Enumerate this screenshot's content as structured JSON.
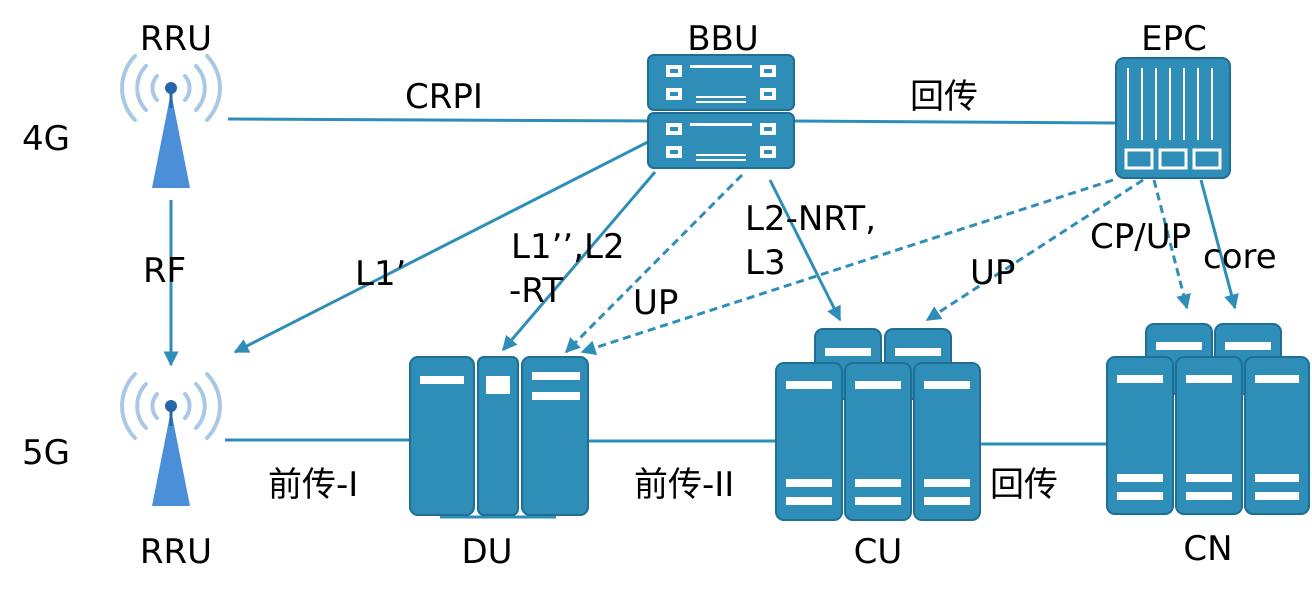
{
  "colors": {
    "device_fill": "#2E8EB8",
    "device_stroke": "#1E6F93",
    "device_detail": "#FFFFFF",
    "link": "#2E8EB8",
    "antenna_cone": "#4A8FD8",
    "antenna_wave": "#A9C8E8"
  },
  "rows": {
    "top": "4G",
    "bottom": "5G"
  },
  "nodes": {
    "rru_top": "RRU",
    "rru_bottom": "RRU",
    "bbu": "BBU",
    "epc": "EPC",
    "du": "DU",
    "cu": "CU",
    "cn": "CN"
  },
  "links": {
    "crpi": "CRPI",
    "backhaul_top": "回传",
    "rf": "RF",
    "l1_prime": "L1’",
    "l1_double_prime_l2_rt_line1": "L1’’,L2",
    "l1_double_prime_l2_rt_line2": "-RT",
    "up_left": "UP",
    "l2_nrt_l3_line1": "L2-NRT,",
    "l2_nrt_l3_line2": "L3",
    "up_middle": "UP",
    "cp_up": "CP/UP",
    "core": "core",
    "fronthaul_1": "前传-I",
    "fronthaul_2": "前传-II",
    "backhaul_bottom": "回传"
  },
  "icons": {
    "antenna": "radio-antenna-icon",
    "bbu": "bbu-rack-icon",
    "epc": "epc-server-icon",
    "server": "server-tower-icon"
  }
}
